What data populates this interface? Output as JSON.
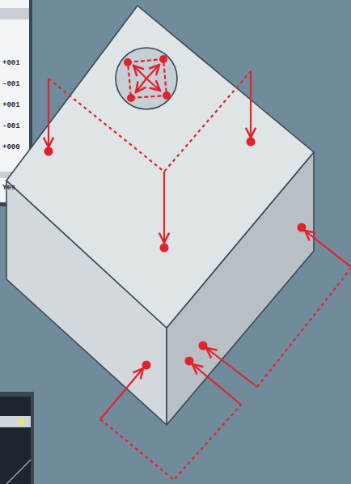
{
  "diagram": {
    "labels": [
      "+001",
      "-001",
      "+001",
      "-001",
      "+000",
      "Yes"
    ]
  }
}
